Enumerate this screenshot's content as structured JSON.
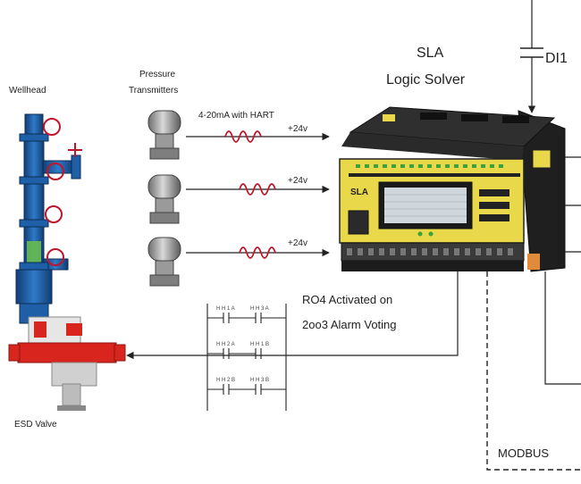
{
  "labels": {
    "wellhead": "Wellhead",
    "pressure_transmitters_line1": "Pressure",
    "pressure_transmitters_line2": "Transmitters",
    "signal_type": "4-20mA with HART",
    "supply_1": "+24v",
    "supply_2": "+24v",
    "supply_3": "+24v",
    "sla_line1": "SLA",
    "sla_line2": "Logic Solver",
    "di_input": "DI1",
    "ro4_line1": "RO4 Activated on",
    "ro4_line2": "2oo3 Alarm Voting",
    "esd_valve": "ESD Valve",
    "modbus": "MODBUS",
    "device_brand": "SLA"
  },
  "contacts": [
    "H H 1 A",
    "H H 3 A",
    "H H 2 A",
    "H H 1 B",
    "H H 2 B",
    "H H 3 B"
  ],
  "colors": {
    "device_yellow": "#e8d84a",
    "device_dark": "#2a2a2a",
    "wellhead_blue": "#1f5fa8",
    "valve_red": "#d8261e",
    "signal_wave": "#c0152a",
    "line": "#222222"
  }
}
